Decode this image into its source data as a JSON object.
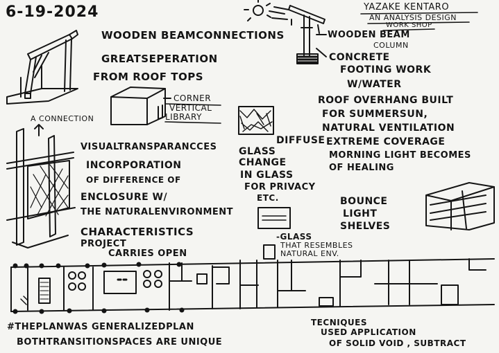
{
  "header": {
    "date": "6-19-2024",
    "author": "YAZAKE KENTARO",
    "workshop_line1": "AN ANALYSIS DESIGN",
    "workshop_line2": "WORK SHOP"
  },
  "notes": {
    "wooden_beam_connections": "WOODEN BEAMCONNECTIONS",
    "great_separation": "GREATSEPERATION",
    "from_roof_tops": "FROM ROOF TOPS",
    "corner": "CORNER",
    "vertical": "VERTICAL",
    "library": "LIBRARY",
    "a_connection": "A CONNECTION",
    "wooden_beam": "WOODEN BEAM",
    "column": "COLUMN",
    "concrete": "CONCRETE",
    "footing_work": "FOOTING WORK",
    "w_water": "W/WATER",
    "roof_overhang": "ROOF OVERHANG BUILT",
    "for_summer_sun": "FOR SUMMERSUN,",
    "natural_ventilation": "NATURAL VENTILATION",
    "extreme_coverage": "EXTREME COVERAGE",
    "morning_light": "MORNING LIGHT BECOMES",
    "of_healing": "OF HEALING",
    "visual_transparencies": "VISUALTRANSPARANCCES",
    "incorporation": "INCORPORATION",
    "of_difference_of": "OF DIFFERENCE OF",
    "enclosure_w": "ENCLOSURE W/",
    "natural_environment": "THE NATURALENVIRONMENT",
    "diffuse": "DIFFUSE",
    "glass": "GLASS",
    "change": "CHANGE",
    "in_glass": "IN GLASS",
    "for_privacy": "FOR PRIVACY",
    "etc": "ETC.",
    "characteristics": "CHARACTERISTICS",
    "project": "PROJECT",
    "carries_open": "CARRIES OPEN",
    "glass_that": "-GLASS",
    "that_resembles": "THAT RESEMBLES",
    "natural_env": "NATURAL ENV.",
    "bounce": "BOUNCE",
    "light": "LIGHT",
    "shelves": "SHELVES",
    "plan_generalized": "#THEPLANWAS GENERALIZEDPLAN",
    "transition_spaces": "BOTHTRANSITIONSPACES ARE UNIQUE",
    "techniques": "TECNIQUES",
    "used_application": "USED APPLICATION",
    "solid_void": "OF SOLID VOID , SUBTRACT"
  },
  "ink_color": "#141414"
}
